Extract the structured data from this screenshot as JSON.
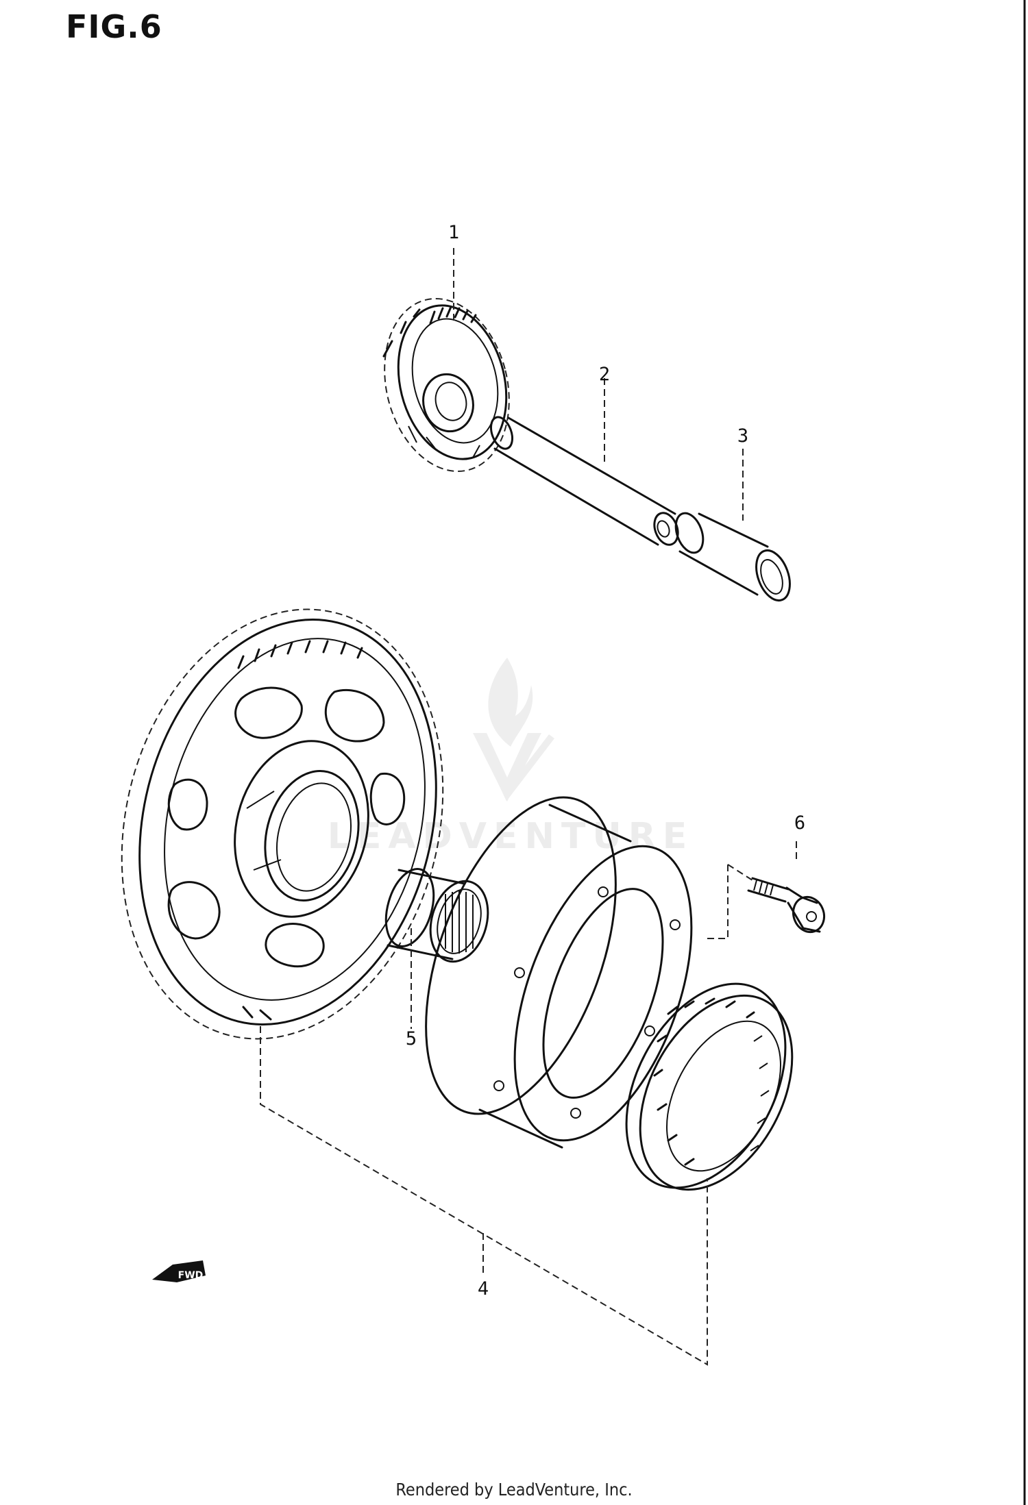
{
  "figure": {
    "title": "FIG.6"
  },
  "watermark": {
    "text": "LEADVENTURE"
  },
  "callouts": [
    {
      "id": "1",
      "label": "1"
    },
    {
      "id": "2",
      "label": "2"
    },
    {
      "id": "3",
      "label": "3"
    },
    {
      "id": "4",
      "label": "4"
    },
    {
      "id": "5",
      "label": "5"
    },
    {
      "id": "6",
      "label": "6"
    }
  ],
  "direction_badge": {
    "label": "FWD"
  },
  "footer": {
    "text": "Rendered by LeadVenture, Inc."
  }
}
